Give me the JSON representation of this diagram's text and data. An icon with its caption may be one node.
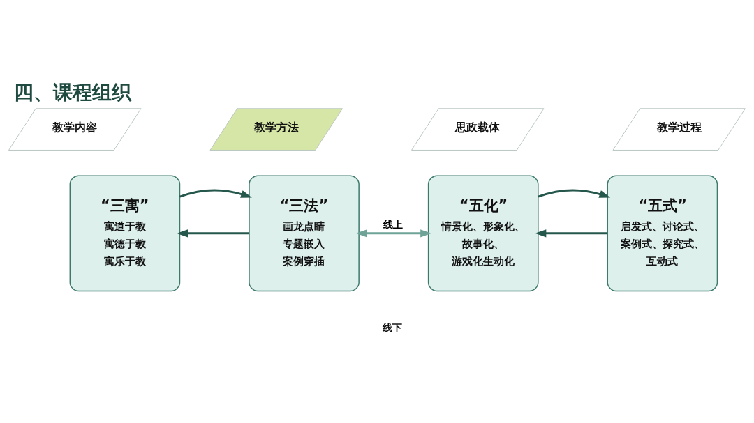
{
  "diagram": {
    "title": "四、课程组织",
    "nodes": [
      {
        "text": [
          "教学内容"
        ]
      },
      {
        "text": [
          "教学方法"
        ]
      },
      {
        "text": [
          "思政载体"
        ]
      },
      {
        "text": [
          "教学过程"
        ]
      },
      {
        "text": [
          "“三寓”",
          "寓道于教",
          "寓德于教",
          "寓乐于教"
        ]
      },
      {
        "text": [
          "“三法”",
          "画龙点睛",
          "专题嵌入",
          "案例穿插"
        ]
      },
      {
        "text": [
          "“五化”",
          "情景化、形象化、故事化、游戏化生动化"
        ]
      },
      {
        "text": [
          "“五式”",
          "启发式、讨论式、案例式、探究式、互动式"
        ]
      }
    ],
    "edges": [
      {
        "from": 5,
        "to": 4,
        "arrow": "to"
      },
      {
        "from": 4,
        "to": 5,
        "arrow": "to"
      },
      {
        "from": 5,
        "to": 6,
        "arrow": "both",
        "label": "线上",
        "color": "#6fa398"
      },
      {
        "from": 7,
        "to": 6,
        "arrow": "to"
      },
      {
        "from": 6,
        "to": 7,
        "arrow": "to"
      }
    ],
    "labels": [
      "线下"
    ]
  }
}
